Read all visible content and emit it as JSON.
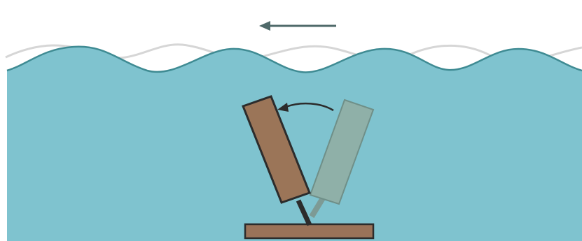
{
  "diagram": {
    "elements": [
      "wave-direction-arrow",
      "previous-wave-crest-line",
      "water-body",
      "seafloor-base-plate",
      "flap-previous-position",
      "flap-current-position",
      "flap-hinge-rod",
      "flap-rotation-arrow"
    ]
  },
  "colors": {
    "water": "#7fc3cf",
    "water_outline": "#3f8b93",
    "previous_wave": "#d6d6d6",
    "flap": "#9b7558",
    "flap_previous": "#8fb0a8",
    "flap_previous_outline": "#6f8f88",
    "base": "#9a7359",
    "outline": "#2c2c2c",
    "arrow": "#4f6a6a",
    "background": "#ffffff"
  }
}
